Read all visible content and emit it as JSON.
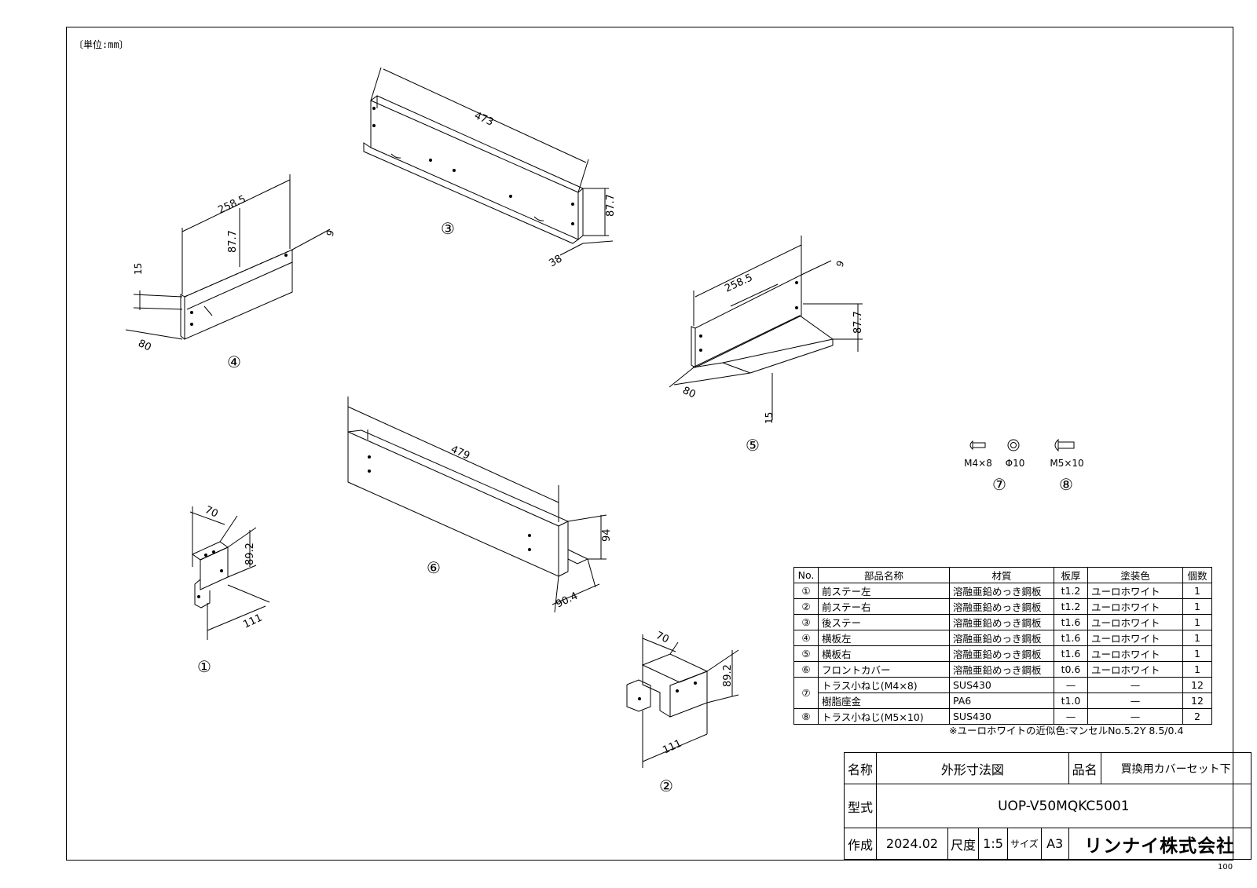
{
  "unit_label": "〔単位:mm〕",
  "page_number": "100",
  "parts": {
    "callouts": [
      "①",
      "②",
      "③",
      "④",
      "⑤",
      "⑥",
      "⑦",
      "⑧"
    ],
    "dimensions": {
      "p1": {
        "width": "70",
        "height": "89.2",
        "depth": "111"
      },
      "p2": {
        "width": "70",
        "height": "89.2",
        "depth": "111"
      },
      "p3": {
        "length": "473",
        "height": "87.7",
        "depth": "38"
      },
      "p4": {
        "length": "258.5",
        "height": "87.7",
        "offset": "9",
        "lip": "15",
        "depth": "80"
      },
      "p5": {
        "length": "258.5",
        "height": "87.7",
        "offset": "9",
        "lip": "15",
        "depth": "80"
      },
      "p6": {
        "length": "479",
        "height": "94",
        "depth": "90.4"
      }
    },
    "screws": {
      "m4_label": "M4×8",
      "washer_label": "Φ10",
      "m5_label": "M5×10"
    }
  },
  "parts_table": {
    "headers": [
      "No.",
      "部品名称",
      "材質",
      "板厚",
      "塗装色",
      "個数"
    ],
    "rows": [
      {
        "no": "①",
        "name": "前ステー左",
        "material": "溶融亜鉛めっき鋼板",
        "thickness": "t1.2",
        "color": "ユーロホワイト",
        "qty": "1"
      },
      {
        "no": "②",
        "name": "前ステー右",
        "material": "溶融亜鉛めっき鋼板",
        "thickness": "t1.2",
        "color": "ユーロホワイト",
        "qty": "1"
      },
      {
        "no": "③",
        "name": "後ステー",
        "material": "溶融亜鉛めっき鋼板",
        "thickness": "t1.6",
        "color": "ユーロホワイト",
        "qty": "1"
      },
      {
        "no": "④",
        "name": "横板左",
        "material": "溶融亜鉛めっき鋼板",
        "thickness": "t1.6",
        "color": "ユーロホワイト",
        "qty": "1"
      },
      {
        "no": "⑤",
        "name": "横板右",
        "material": "溶融亜鉛めっき鋼板",
        "thickness": "t1.6",
        "color": "ユーロホワイト",
        "qty": "1"
      },
      {
        "no": "⑥",
        "name": "フロントカバー",
        "material": "溶融亜鉛めっき鋼板",
        "thickness": "t0.6",
        "color": "ユーロホワイト",
        "qty": "1"
      },
      {
        "no": "⑦",
        "name": "トラス小ねじ(M4×8)",
        "material": "SUS430",
        "thickness": "—",
        "color": "—",
        "qty": "12"
      },
      {
        "no": "",
        "name": "樹脂座金",
        "material": "PA6",
        "thickness": "t1.0",
        "color": "—",
        "qty": "12"
      },
      {
        "no": "⑧",
        "name": "トラス小ねじ(M5×10)",
        "material": "SUS430",
        "thickness": "—",
        "color": "—",
        "qty": "2"
      }
    ],
    "note": "※ユーロホワイトの近似色:マンセルNo.5.2Y 8.5/0.4"
  },
  "title_block": {
    "name_label": "名称",
    "name_value": "外形寸法図",
    "product_label": "品名",
    "product_value": "買換用カバーセット下",
    "model_label": "型式",
    "model_value": "UOP-V50MQKC5001",
    "created_label": "作成",
    "created_value": "2024.02",
    "scale_label": "尺度",
    "scale_value": "1:5",
    "size_label": "サイズ",
    "size_value": "A3",
    "company": "リンナイ株式会社"
  }
}
